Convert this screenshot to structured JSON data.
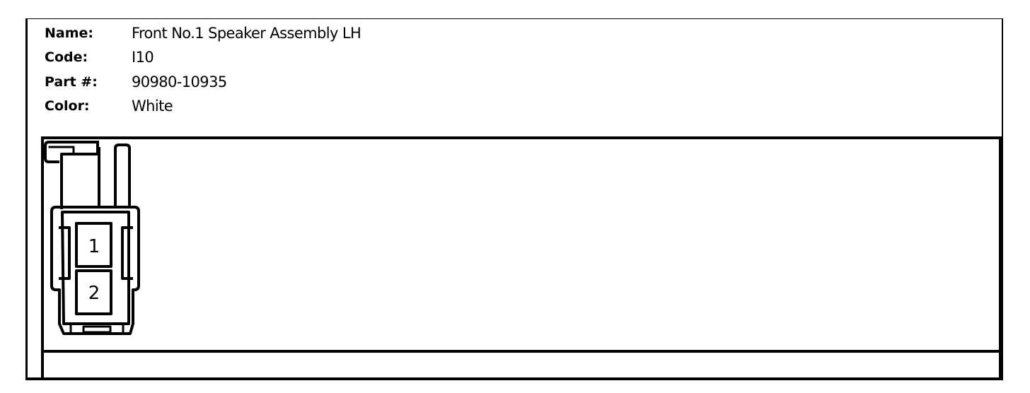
{
  "connector": {
    "fields": [
      {
        "label": "Name:",
        "value": "Front No.1 Speaker Assembly LH"
      },
      {
        "label": "Code:",
        "value": "I10"
      },
      {
        "label": "Part #:",
        "value": "90980-10935"
      },
      {
        "label": "Color:",
        "value": "White"
      }
    ],
    "pins": [
      "1",
      "2"
    ]
  }
}
